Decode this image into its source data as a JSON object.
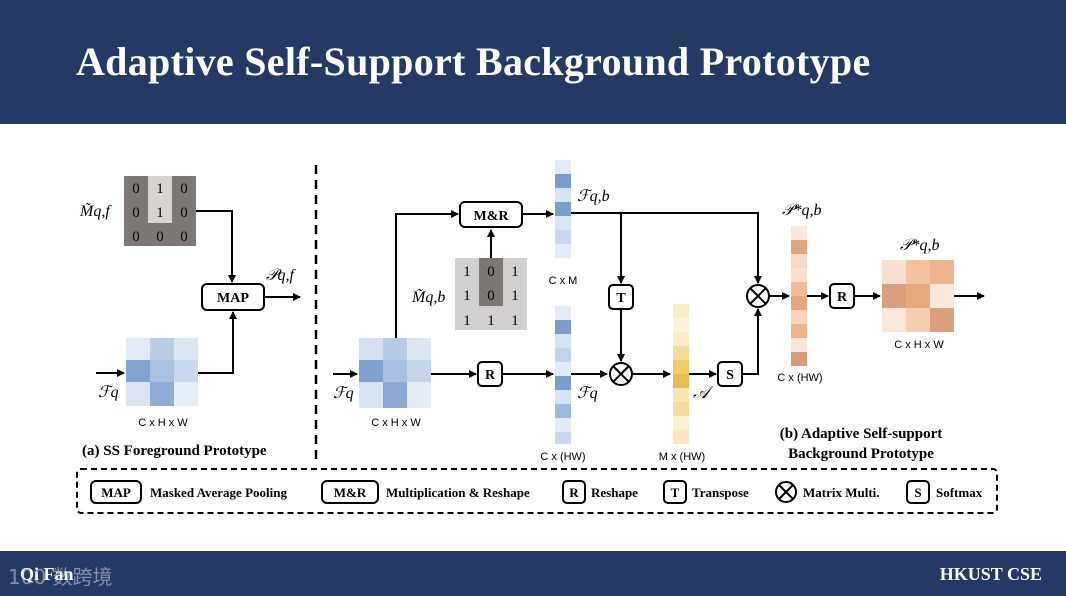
{
  "title": "Adaptive Self-Support Background Prototype",
  "footer": {
    "author": "Qi Fan",
    "affiliation": "HKUST CSE",
    "watermark": "100 数跨境"
  },
  "colors": {
    "header_bg": "#243a64",
    "blue": "#6f93c6",
    "light_blue": "#c8d7eb",
    "orange": "#e6a57a",
    "yellow": "#f3c866",
    "gray_dark": "#7a7570"
  },
  "panel_a": {
    "mask_label": "M̃q,f",
    "mask_values": [
      [
        "0",
        "1",
        "0"
      ],
      [
        "0",
        "1",
        "0"
      ],
      [
        "0",
        "0",
        "0"
      ]
    ],
    "map_label": "MAP",
    "prototype_label": "𝒫q,f",
    "feature_label": "ℱq",
    "dims": "C x H x W",
    "caption": "(a) SS Foreground Prototype"
  },
  "panel_b": {
    "feature_label": "ℱq",
    "dims_feature": "C x H x W",
    "mr_label": "M&R",
    "mask_label": "M̃q,b",
    "mask_values": [
      [
        "1",
        "0",
        "1"
      ],
      [
        "1",
        "0",
        "1"
      ],
      [
        "1",
        "1",
        "1"
      ]
    ],
    "fqb_label": "ℱq,b",
    "dims_cm": "C x M",
    "t_label": "T",
    "r_label": "R",
    "fq_label": "ℱq",
    "dims_chw": "C x (HW)",
    "attn_label": "𝒜",
    "dims_mhw": "M x (HW)",
    "s_label": "S",
    "proto_label": "𝒫*q,b",
    "dims_proto": "C x (HW)",
    "r2_label": "R",
    "proto2_label": "𝒫*q,b",
    "dims_final": "C x H x W",
    "caption_line1": "(b) Adaptive Self-support",
    "caption_line2": "Background Prototype"
  },
  "legend": [
    {
      "symbol": "MAP",
      "text": "Masked Average Pooling"
    },
    {
      "symbol": "M&R",
      "text": "Multiplication & Reshape"
    },
    {
      "symbol": "R",
      "text": "Reshape"
    },
    {
      "symbol": "T",
      "text": "Transpose"
    },
    {
      "symbol": "⊗",
      "text": "Matrix Multi."
    },
    {
      "symbol": "S",
      "text": "Softmax"
    }
  ]
}
